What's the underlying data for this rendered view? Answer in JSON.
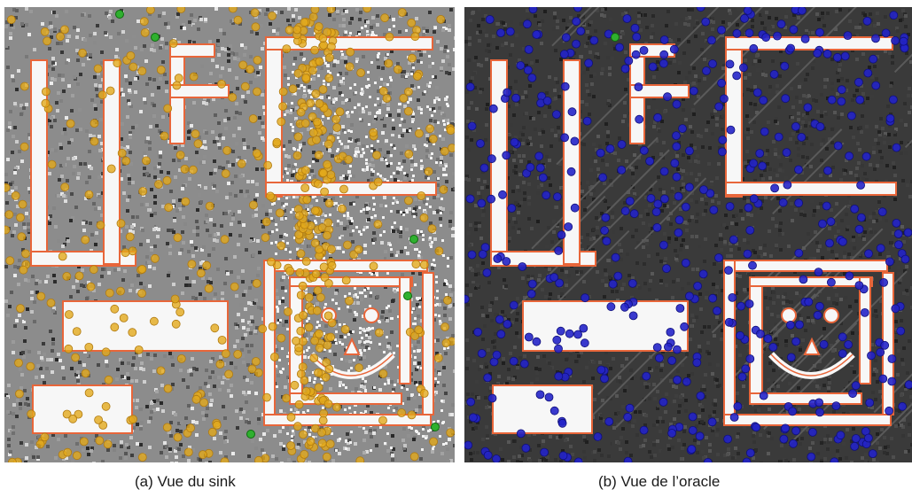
{
  "figure": {
    "panels": [
      {
        "id": "a",
        "caption": "(a)  Vue du sink",
        "dot_color": "#e2a91c",
        "dot_edge": "#b07a10",
        "background": "#8c8c8c"
      },
      {
        "id": "b",
        "caption": "(b)  Vue de l’oracle",
        "dot_color": "#2424c8",
        "dot_edge": "#0f0f7a",
        "background": "#3a3a3a"
      }
    ],
    "obstacle_fill": "#f7f7f7",
    "obstacle_border": "#e8663a",
    "highlight_green": "#2fb02f"
  }
}
